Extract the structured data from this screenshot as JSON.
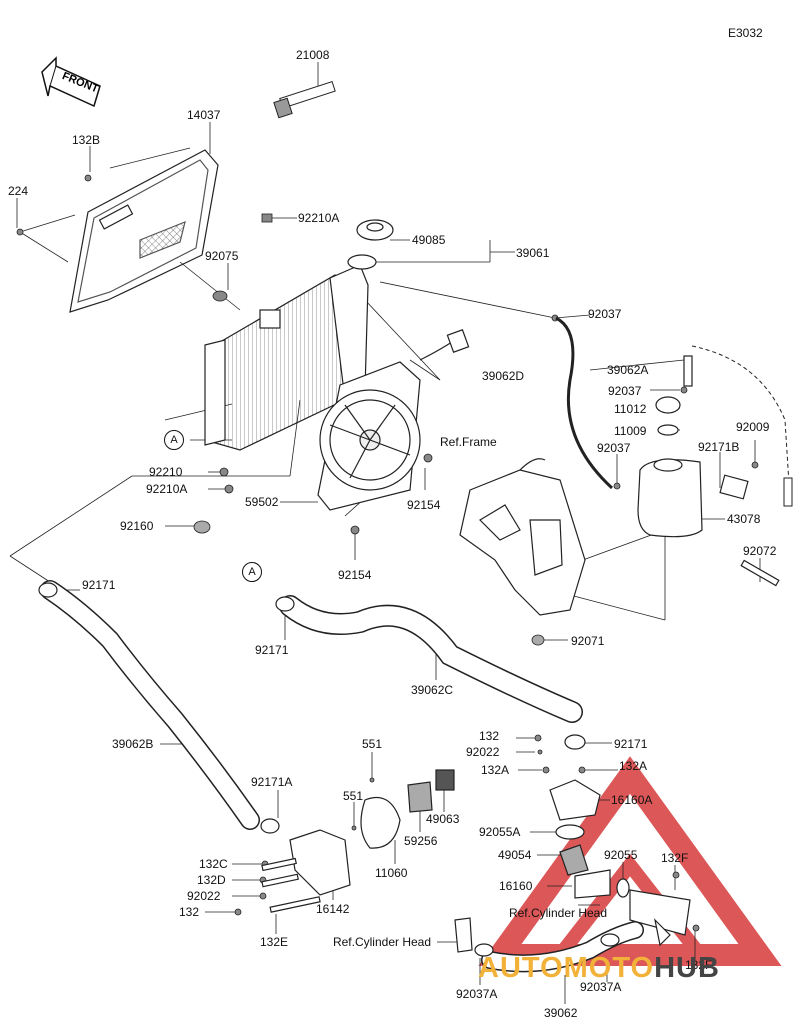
{
  "diagram_code": "E3032",
  "front_label": "FRONT",
  "callouts": {
    "a1": "A",
    "a2": "A"
  },
  "parts": {
    "p21008": "21008",
    "p14037": "14037",
    "p132B": "132B",
    "p224": "224",
    "p92210A_top": "92210A",
    "p49085": "49085",
    "p39061": "39061",
    "p92075": "92075",
    "p92037_a": "92037",
    "p39062D": "39062D",
    "p39062A": "39062A",
    "p92037_b": "92037",
    "p11012": "11012",
    "p11009": "11009",
    "p92009": "92009",
    "p92037_c": "92037",
    "p92171B": "92171B",
    "p43078": "43078",
    "p92072": "92072",
    "p92071": "92071",
    "p92210": "92210",
    "p92210A_b": "92210A",
    "p59502": "59502",
    "p92154_a": "92154",
    "p92154_b": "92154",
    "p92160": "92160",
    "p92171_a": "92171",
    "p92171_b": "92171",
    "p39062C": "39062C",
    "p39062B": "39062B",
    "p132_a": "132",
    "p92022_a": "92022",
    "p132A_a": "132A",
    "p132A_b": "132A",
    "p92171_c": "92171",
    "p16160A": "16160A",
    "p92055A": "92055A",
    "p49054": "49054",
    "p92055": "92055",
    "p132F_a": "132F",
    "p16160": "16160",
    "p551_a": "551",
    "p551_b": "551",
    "p49063": "49063",
    "p59256": "59256",
    "p11060": "11060",
    "p92171A": "92171A",
    "p132C": "132C",
    "p132D": "132D",
    "p92022_b": "92022",
    "p132_b": "132",
    "p16142": "16142",
    "p132E": "132E",
    "p92037A_a": "92037A",
    "p92037A_b": "92037A",
    "p39062": "39062",
    "p132F_b": "132F"
  },
  "refs": {
    "frame": "Ref.Frame",
    "cyl_head_1": "Ref.Cylinder Head",
    "cyl_head_2": "Ref.Cylinder Head"
  },
  "watermark": {
    "part1": "AUTOMOTO",
    "part2": "HUB"
  }
}
